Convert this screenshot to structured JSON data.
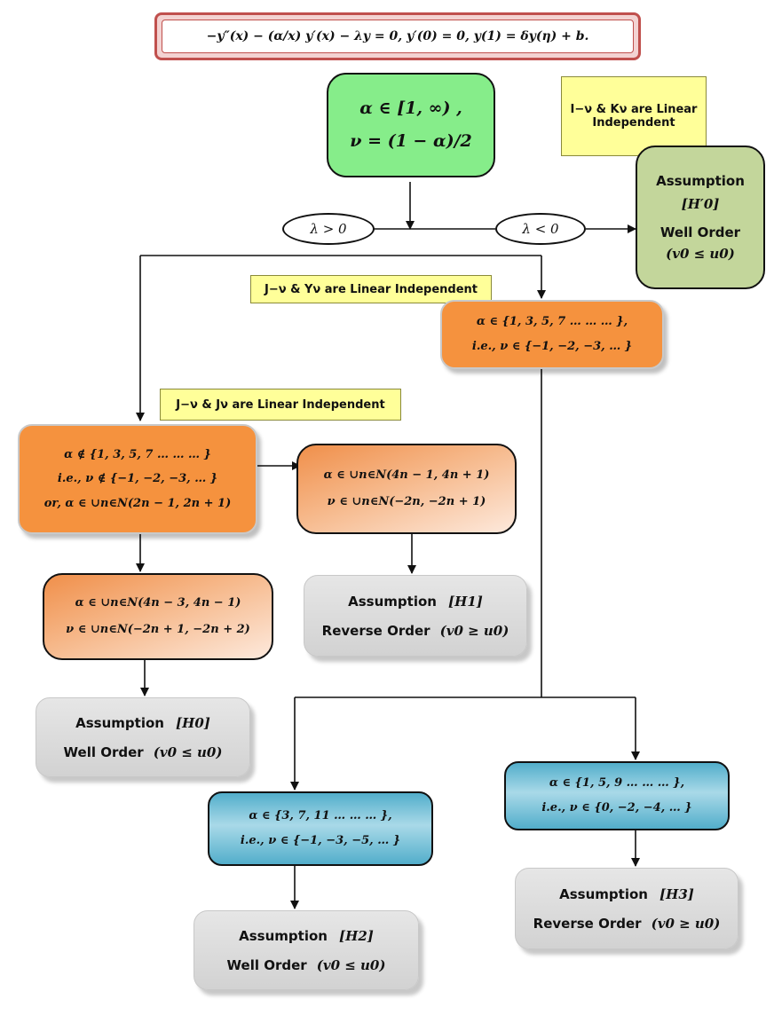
{
  "equation": "−y″(x) − (α/x) y′(x) − λy = 0,   y′(0) = 0,  y(1) = δy(η) + b.",
  "top_node": {
    "line1": "α ∈ [1, ∞) ,",
    "line2": "ν = (1 − α)/2"
  },
  "branch_pos": "λ > 0",
  "branch_neg": "λ < 0",
  "note_IK": "I−ν & Kν are Linear Independent",
  "note_JY": "J−ν & Yν are Linear Independent",
  "note_JJ": "J−ν & Jν are Linear Independent",
  "assumption_H0prime": {
    "title": "Assumption",
    "tag": "[H′0]",
    "order": "Well Order",
    "relation": "(v0 ≤ u0)"
  },
  "odd_set": {
    "line1": "α ∈ {1, 3, 5, 7 … … … },",
    "line2": "i.e.,  ν ∈ {−1, −2, −3, … }"
  },
  "not_odd_set": {
    "line1": "α ∉ {1, 3, 5, 7 … … … }",
    "line2": "i.e.,  ν ∉ {−1, −2, −3, … }",
    "line3": "or,  α ∈ ∪n∈N(2n − 1, 2n + 1)"
  },
  "interval_4n_plus": {
    "line1": "α ∈ ∪n∈N(4n − 1, 4n + 1)",
    "line2": "ν ∈ ∪n∈N(−2n, −2n + 1)"
  },
  "interval_4n_minus": {
    "line1": "α ∈ ∪n∈N(4n − 3, 4n − 1)",
    "line2": "ν ∈ ∪n∈N(−2n + 1, −2n + 2)"
  },
  "assumption_H1": {
    "title": "Assumption",
    "tag": "[H1]",
    "order": "Reverse Order",
    "relation": "(v0 ≥ u0)"
  },
  "assumption_H0": {
    "title": "Assumption",
    "tag": "[H0]",
    "order": "Well Order",
    "relation": "(v0 ≤ u0)"
  },
  "set_3711": {
    "line1": "α ∈ {3, 7, 11 … … … },",
    "line2": "i.e.,  ν ∈ {−1, −3, −5, … }"
  },
  "set_159": {
    "line1": "α ∈ {1, 5, 9 … … … },",
    "line2": "i.e.,  ν ∈ {0, −2, −4, … }"
  },
  "assumption_H2": {
    "title": "Assumption",
    "tag": "[H2]",
    "order": "Well Order",
    "relation": "(v0 ≤ u0)"
  },
  "assumption_H3": {
    "title": "Assumption",
    "tag": "[H3]",
    "order": "Reverse Order",
    "relation": "(v0 ≥ u0)"
  },
  "colors": {
    "green": "#86ed8a",
    "olive": "#c3d69b",
    "orange": "#f5923e",
    "teal": "#52aecb",
    "note": "#ffff99",
    "gray": "#dcdcdc",
    "frame": "#c0504d"
  }
}
